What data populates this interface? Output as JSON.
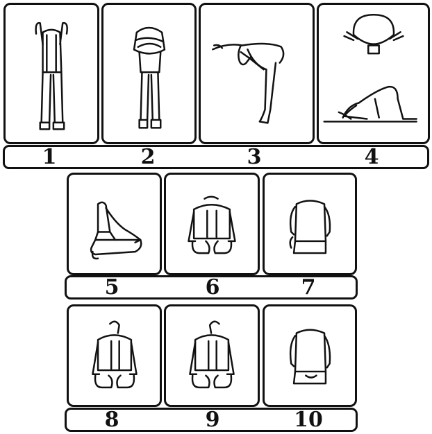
{
  "figure_numbers": [
    "1",
    "2",
    "3",
    "4",
    "5",
    "6",
    "7",
    "8",
    "9",
    "10"
  ],
  "poses": [
    {
      "number": "1",
      "icon": "standing-hands-raised-icon"
    },
    {
      "number": "2",
      "icon": "standing-arms-folded-icon"
    },
    {
      "number": "3",
      "icon": "bowing-hands-on-knees-icon"
    },
    {
      "number": "4",
      "icon": "prostration-icon"
    },
    {
      "number": "5",
      "icon": "kneeling-side-view-icon"
    },
    {
      "number": "6",
      "icon": "sitting-front-view-icon"
    },
    {
      "number": "7",
      "icon": "sitting-back-view-icon"
    },
    {
      "number": "8",
      "icon": "sitting-head-turn-right-icon"
    },
    {
      "number": "9",
      "icon": "sitting-head-turn-left-icon"
    },
    {
      "number": "10",
      "icon": "sitting-back-view-icon"
    }
  ]
}
